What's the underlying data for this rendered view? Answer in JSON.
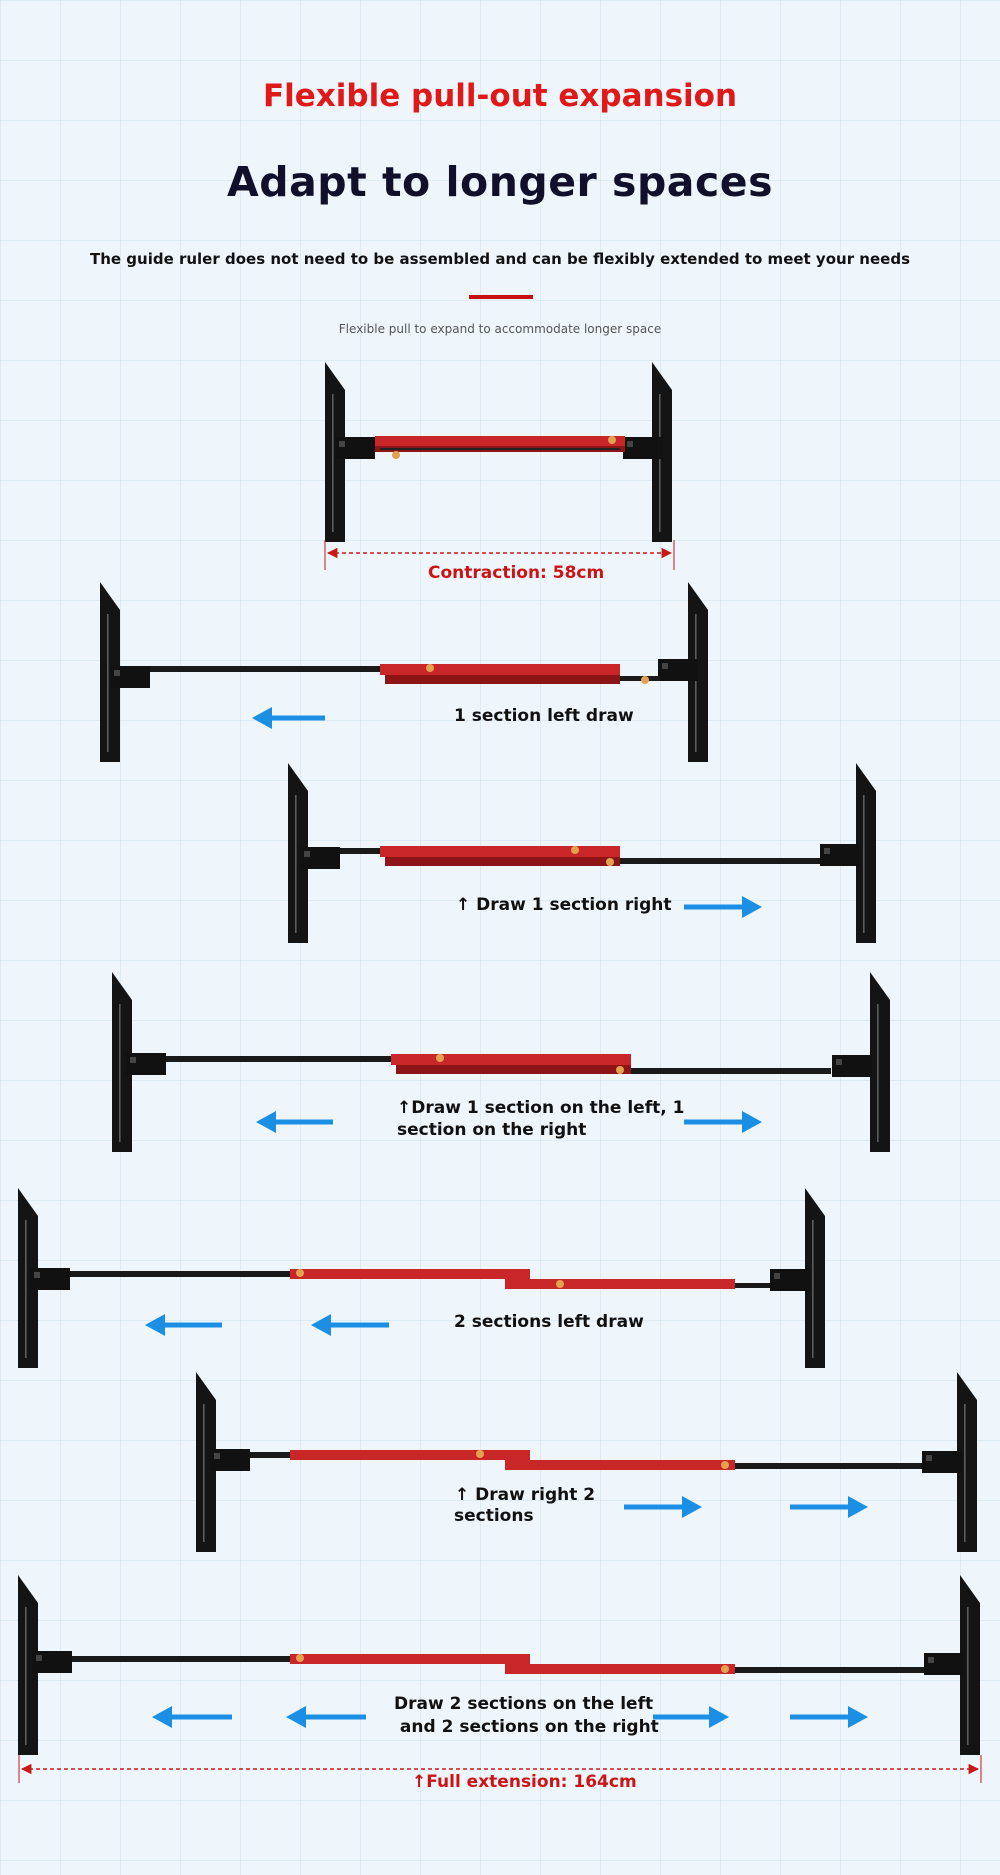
{
  "header": {
    "tagline": "Flexible pull-out expansion",
    "title": "Adapt to longer spaces",
    "subtitle": "The guide ruler does not need to be assembled and can be flexibly extended to meet your needs",
    "note": "Flexible pull to expand to accommodate longer space"
  },
  "captions": {
    "contraction": "Contraction: 58cm",
    "one_left": "1 section left draw",
    "one_right": "↑ Draw 1 section right",
    "one_each_line1": "↑Draw 1 section on the left, 1",
    "one_each_line2": "section on the right",
    "two_left": "2 sections left draw",
    "two_right_line1": "↑ Draw right 2",
    "two_right_line2": "sections",
    "two_each_line1": "Draw 2 sections on the left",
    "two_each_line2": " and 2 sections on the right",
    "full": "↑Full extension: 164cm"
  },
  "colors": {
    "accent_red": "#e01818",
    "rail_red": "#c9262a",
    "arrow_blue": "#1a8fe3",
    "ruler_black": "#141414"
  }
}
